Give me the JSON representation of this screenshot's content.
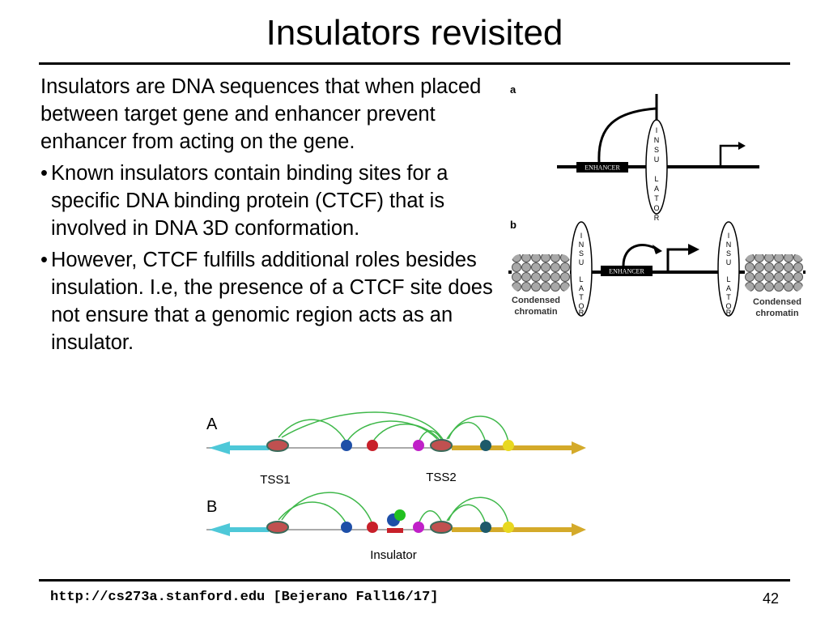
{
  "slide": {
    "title": "Insulators revisited",
    "intro": "Insulators are DNA sequences that when placed between target gene and enhancer prevent enhancer from acting on the gene.",
    "bullets": [
      "Known insulators contain binding sites for a specific DNA binding protein (CTCF) that is involved in DNA 3D conformation.",
      "However, CTCF fulfills additional roles besides insulation. I.e, the presence of a CTCF site does not ensure that a genomic region acts as an insulator."
    ],
    "bullet_glyph": "•"
  },
  "figure_top": {
    "panel_a_label": "a",
    "panel_b_label": "b",
    "enhancer_label": "ENHANCER",
    "insulator_letters": [
      "I",
      "N",
      "S",
      "U",
      "L",
      "A",
      "T",
      "O",
      "R"
    ],
    "condensed_chromatin_line1": "Condensed",
    "condensed_chromatin_line2": "chromatin"
  },
  "figure_bottom": {
    "panel_a_label": "A",
    "panel_b_label": "B",
    "tss1_label": "TSS1",
    "tss2_label": "TSS2",
    "insulator_label": "Insulator"
  },
  "footer": {
    "url": "http://cs273a.stanford.edu [Bejerano Fall16/17]",
    "page_number": "42"
  },
  "colors": {
    "cyan_arrow": "#4ec8d8",
    "gold_arrow": "#d4aa2a",
    "green_arc": "#3fb84a",
    "blue_ball": "#1e4fa8",
    "red_ball": "#c8202a",
    "magenta_ball": "#c020c8",
    "teal_ball": "#1e5a6a",
    "yellow_ball": "#e8d820"
  }
}
